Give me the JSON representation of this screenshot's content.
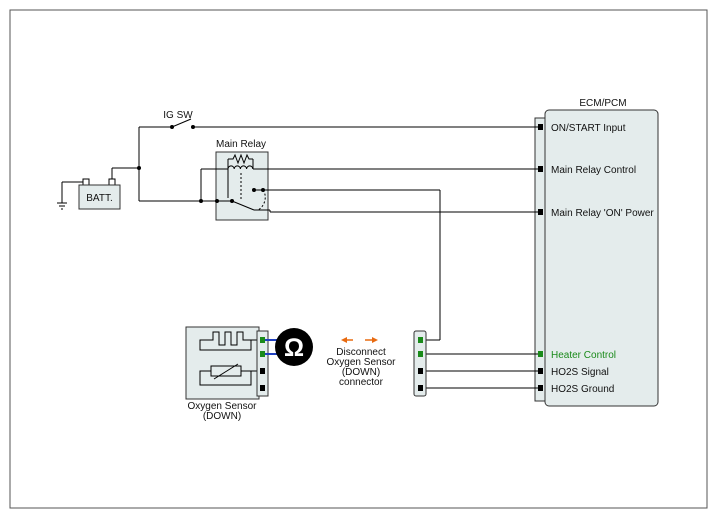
{
  "ecm": {
    "title": "ECM/PCM",
    "pins": {
      "on_start": "ON/START Input",
      "main_relay_control": "Main Relay Control",
      "main_relay_on_power": "Main Relay 'ON' Power",
      "heater_control": "Heater Control",
      "ho2s_signal": "HO2S Signal",
      "ho2s_ground": "HO2S Ground"
    }
  },
  "battery": {
    "label": "BATT."
  },
  "ig_switch": {
    "label": "IG SW"
  },
  "main_relay": {
    "label": "Main Relay"
  },
  "sensor": {
    "label_line1": "Oxygen Sensor",
    "label_line2": "(DOWN)"
  },
  "instruction": {
    "line1": "Disconnect",
    "line2": "Oxygen Sensor",
    "line3": "(DOWN)",
    "line4": "connector"
  },
  "meter": {
    "symbol": "Ω",
    "icon": "ohmmeter-icon"
  },
  "colors": {
    "wire": "#000000",
    "heater_highlight": "#1a8a1a",
    "probe_lead": "#1f3fbf",
    "arrow": "#e86a10",
    "box_fill": "#e4ecec",
    "frame": "#555555"
  }
}
